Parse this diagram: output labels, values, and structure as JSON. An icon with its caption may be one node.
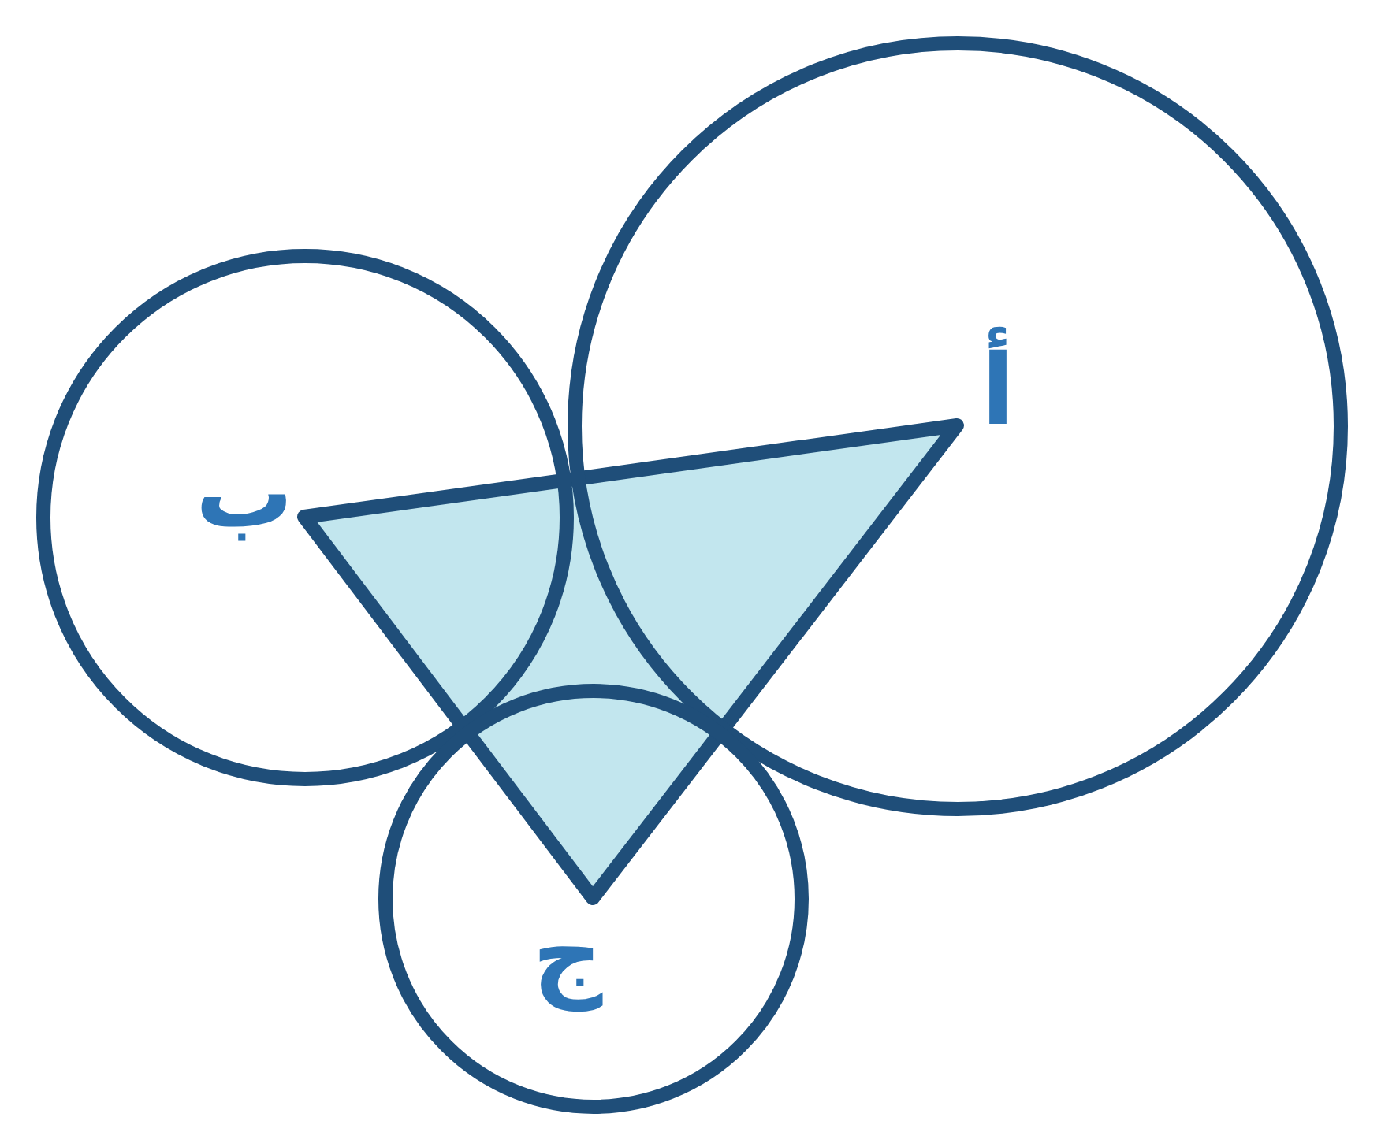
{
  "diagram": {
    "nodes": [
      {
        "text": [
          "أ"
        ]
      },
      {
        "text": [
          "ب"
        ]
      },
      {
        "text": [
          "ج"
        ]
      }
    ]
  }
}
